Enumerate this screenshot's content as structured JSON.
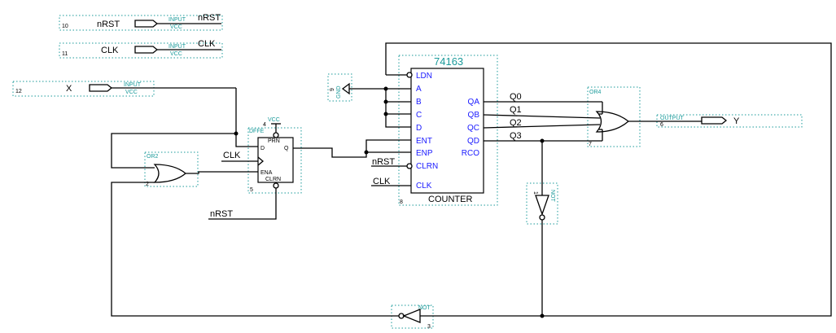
{
  "pins": {
    "in_nrst": {
      "num": "10",
      "name": "nRST",
      "type": "INPUT",
      "sub": "VCC",
      "net": "nRST"
    },
    "in_clk": {
      "num": "11",
      "name": "CLK",
      "type": "INPUT",
      "sub": "VCC",
      "net": "CLK"
    },
    "in_x": {
      "num": "12",
      "name": "X",
      "type": "INPUT",
      "sub": "VCC"
    },
    "out_y": {
      "num": "6",
      "type": "OUTPUT",
      "name": "Y"
    }
  },
  "gnd": {
    "num": "9",
    "label": "GND"
  },
  "vcc": {
    "num": "4",
    "label": "VCC"
  },
  "dff": {
    "name": "DFFE",
    "num": "5",
    "d": "D",
    "q": "Q",
    "ena": "ENA",
    "prn": "PRN",
    "clrn": "CLRN"
  },
  "or2": {
    "name": "OR2",
    "num": "2"
  },
  "or4": {
    "name": "OR4",
    "num": "7"
  },
  "not1": {
    "name": "NOT",
    "num": "1"
  },
  "not3": {
    "name": "NOT",
    "num": "3"
  },
  "counter": {
    "part": "74163",
    "name": "COUNTER",
    "num": "8",
    "left_pins": [
      "LDN",
      "A",
      "B",
      "C",
      "D",
      "ENT",
      "ENP",
      "CLRN",
      "CLK"
    ],
    "right_pins": [
      "QA",
      "QB",
      "QC",
      "QD",
      "RCO"
    ]
  },
  "nets": {
    "q_outputs": [
      "Q0",
      "Q1",
      "Q2",
      "Q3"
    ],
    "clk_dff": "CLK",
    "nrst_dff": "nRST",
    "nrst_cnt": "nRST",
    "clk_cnt": "CLK"
  }
}
